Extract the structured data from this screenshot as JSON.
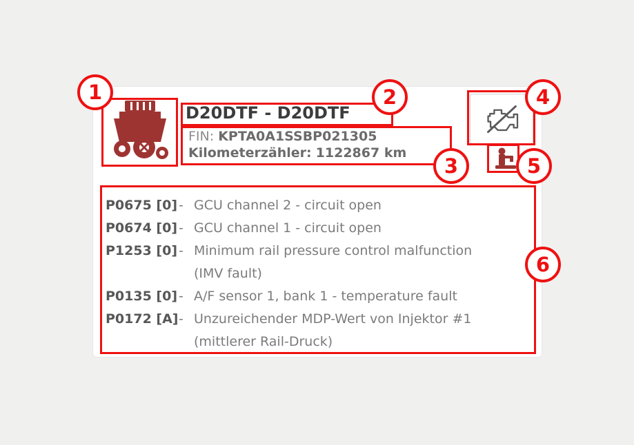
{
  "colors": {
    "annotation": "#ee1111",
    "brand_red": "#9e3431",
    "title_text": "#3c3c3c",
    "muted_text": "#7b7b7b",
    "value_text": "#6b6b6b"
  },
  "card": {
    "title": "D20DTF - D20DTF",
    "fin_label": "FIN:",
    "fin_value": "KPTA0A1SSBP021305",
    "odometer_label": "Kilometerzähler:",
    "odometer_value": "1122867 km",
    "fault_separator": "-",
    "icons": {
      "engine": "engine-icon",
      "engine_disabled": "engine-slash-icon",
      "mechanic": "mechanic-icon"
    },
    "fault_codes": [
      {
        "code": "P0675 [0]",
        "desc": "GCU channel 2 - circuit open"
      },
      {
        "code": "P0674 [0]",
        "desc": "GCU channel 1 - circuit open"
      },
      {
        "code": "P1253 [0]",
        "desc": "Minimum rail pressure control malfunction",
        "desc2": "(IMV fault)"
      },
      {
        "code": "P0135 [0]",
        "desc": "A/F sensor 1, bank 1 - temperature fault"
      },
      {
        "code": "P0172 [A]",
        "desc": "Unzureichender MDP-Wert von Injektor #1",
        "desc2": "(mittlerer Rail-Druck)"
      }
    ]
  },
  "annotations": {
    "callouts": [
      "1",
      "2",
      "3",
      "4",
      "5",
      "6"
    ]
  }
}
